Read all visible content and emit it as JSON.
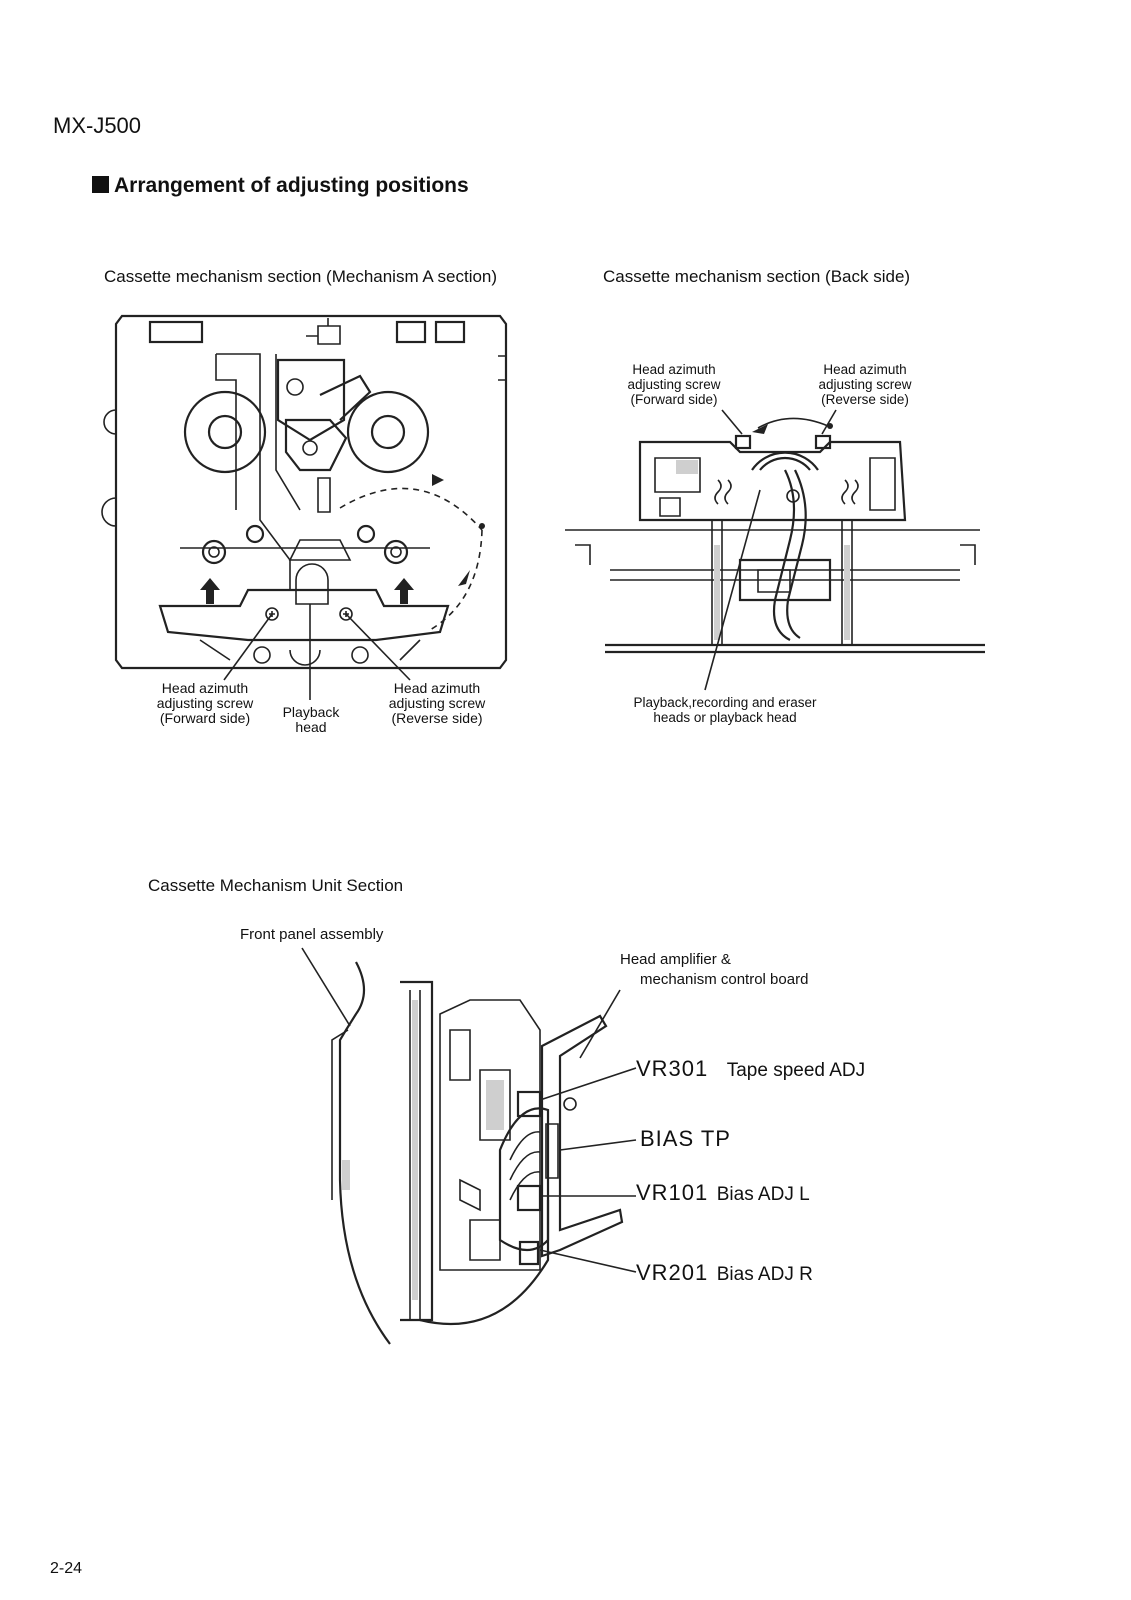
{
  "header": {
    "model": "MX-J500"
  },
  "section": {
    "title": "Arrangement of adjusting positions"
  },
  "diagram_a": {
    "caption": "Cassette mechanism section (Mechanism A section)",
    "labels": {
      "fwd_screw": [
        "Head azimuth",
        "adjusting screw",
        "(Forward side)"
      ],
      "playback_head": [
        "Playback",
        "head"
      ],
      "rev_screw": [
        "Head azimuth",
        "adjusting screw",
        "(Reverse side)"
      ]
    }
  },
  "diagram_b": {
    "caption": "Cassette mechanism section (Back side)",
    "labels": {
      "fwd_screw": [
        "Head azimuth",
        "adjusting screw",
        "(Forward side)"
      ],
      "rev_screw": [
        "Head azimuth",
        "adjusting screw",
        "(Reverse side)"
      ],
      "heads": [
        "Playback,recording and eraser",
        "heads or playback head"
      ]
    }
  },
  "diagram_c": {
    "caption": "Cassette Mechanism Unit Section",
    "labels": {
      "front_panel": "Front panel assembly",
      "head_amp": [
        "Head amplifier &",
        "mechanism control board"
      ],
      "vr301": "VR301",
      "vr301_desc": "Tape speed ADJ",
      "bias_tp": "BIAS  TP",
      "vr101": "VR101",
      "vr101_desc": "Bias ADJ L",
      "vr201": "VR201",
      "vr201_desc": "Bias ADJ R"
    }
  },
  "footer": {
    "page_number": "2-24"
  }
}
